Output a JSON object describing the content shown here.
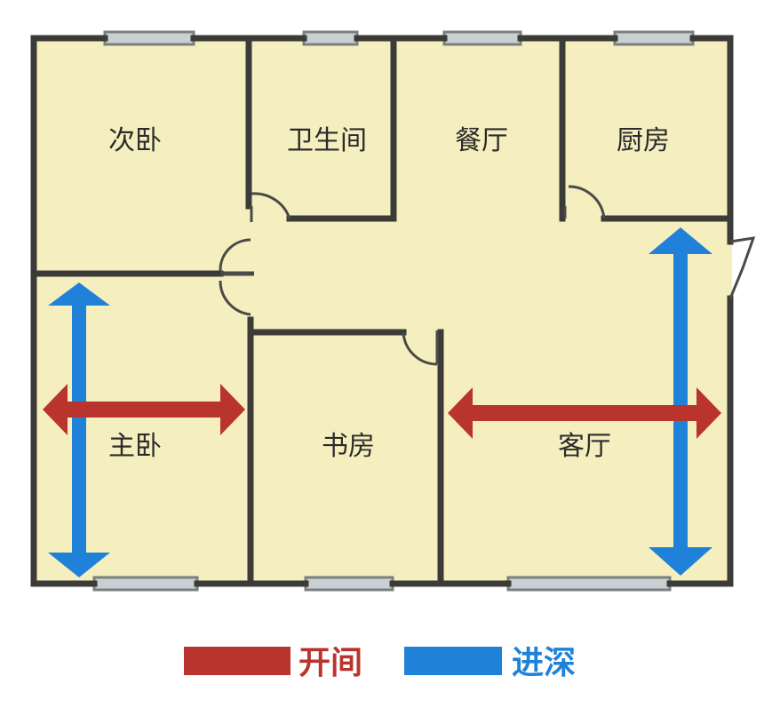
{
  "colors": {
    "floor": "#f5efbf",
    "wall": "#3b3b38",
    "window_frame": "#7c7f80",
    "window_glass": "#c9d0d2",
    "door_arc": "#4a4a47",
    "kaijian": "#b8342c",
    "jinshen": "#1f82d8"
  },
  "rooms": {
    "second_bedroom": "次卧",
    "bathroom": "卫生间",
    "dining_room": "餐厅",
    "kitchen": "厨房",
    "master_bedroom": "主卧",
    "study": "书房",
    "living_room": "客厅"
  },
  "legend": {
    "kaijian_label": "开间",
    "jinshen_label": "进深"
  }
}
